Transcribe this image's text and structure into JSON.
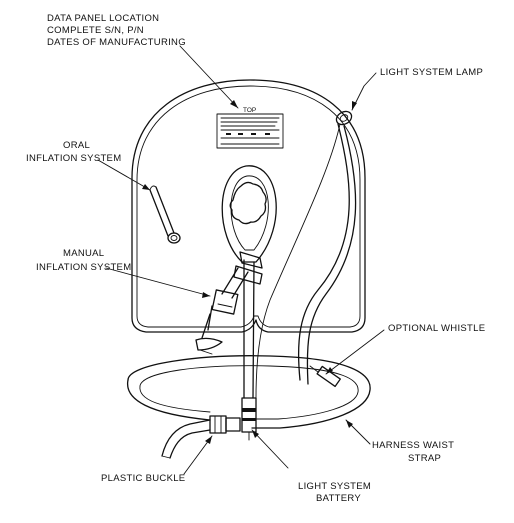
{
  "callouts": {
    "data_panel": [
      "DATA PANEL LOCATION",
      "COMPLETE S/N, P/N",
      "DATES OF MANUFACTURING"
    ],
    "light_lamp": "LIGHT SYSTEM LAMP",
    "oral_inflation": [
      "ORAL",
      "INFLATION SYSTEM"
    ],
    "manual_inflation": [
      "MANUAL",
      "INFLATION SYSTEM"
    ],
    "optional_whistle": "OPTIONAL WHISTLE",
    "harness_strap": [
      "HARNESS WAIST",
      "STRAP"
    ],
    "plastic_buckle": "PLASTIC BUCKLE",
    "light_battery": [
      "LIGHT SYSTEM",
      "BATTERY"
    ]
  },
  "data_panel_plate": {
    "top_label": "TOP"
  },
  "colors": {
    "line": "#111111",
    "background": "#ffffff"
  }
}
